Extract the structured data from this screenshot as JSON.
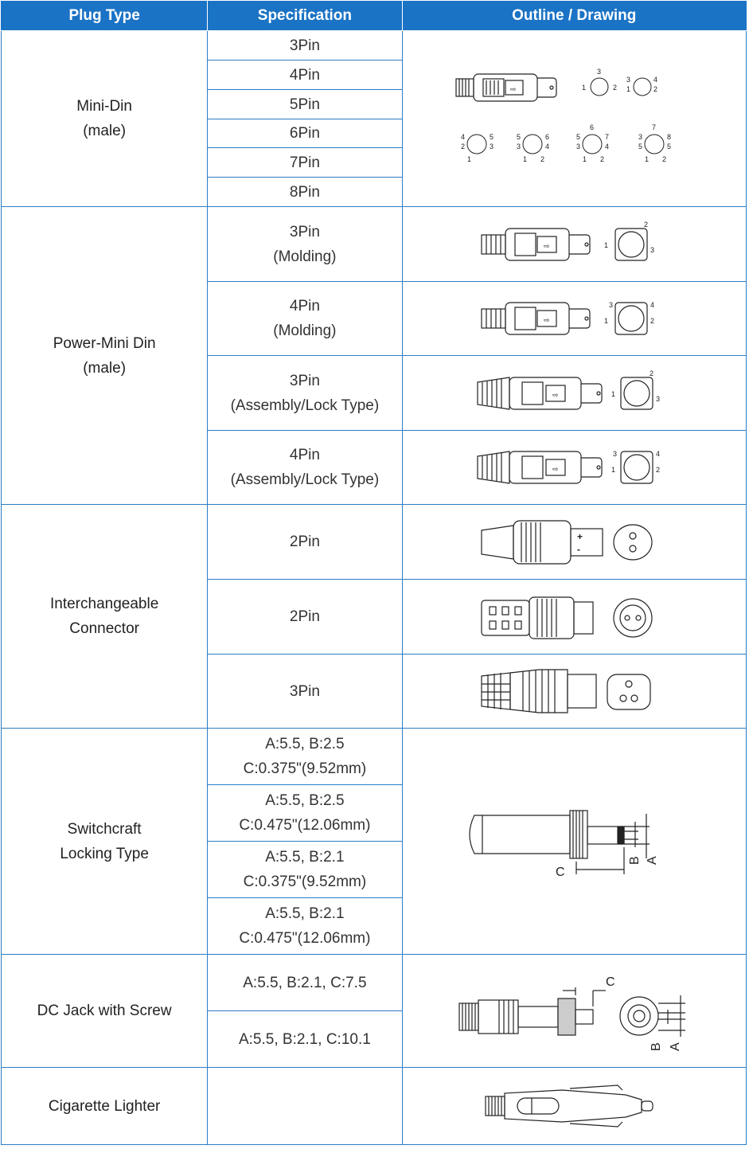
{
  "header": {
    "plug_type": "Plug Type",
    "specification": "Specification",
    "outline": "Outline / Drawing"
  },
  "mini_din": {
    "name_line1": "Mini-Din",
    "name_line2": "(male)",
    "specs": [
      "3Pin",
      "4Pin",
      "5Pin",
      "6Pin",
      "7Pin",
      "8Pin"
    ],
    "pin_labels": {
      "p3": [
        "3",
        "1",
        "2"
      ],
      "p4": [
        "3",
        "4",
        "1",
        "2"
      ],
      "p5": [
        "4",
        "5",
        "2",
        "3",
        "1"
      ],
      "p6": [
        "5",
        "6",
        "3",
        "4",
        "1",
        "2"
      ],
      "p7": [
        "6",
        "5",
        "7",
        "3",
        "4",
        "1",
        "2"
      ],
      "p8": [
        "7",
        "3",
        "8",
        "5",
        "5",
        "1",
        "2"
      ]
    }
  },
  "power_mini_din": {
    "name_line1": "Power-Mini Din",
    "name_line2": "(male)",
    "rows": [
      {
        "line1": "3Pin",
        "line2": "(Molding)",
        "pins": [
          "2",
          "1",
          "3"
        ]
      },
      {
        "line1": "4Pin",
        "line2": "(Molding)",
        "pins": [
          "3",
          "4",
          "1",
          "2"
        ]
      },
      {
        "line1": "3Pin",
        "line2": "(Assembly/Lock Type)",
        "pins": [
          "2",
          "1",
          "3"
        ]
      },
      {
        "line1": "4Pin",
        "line2": "(Assembly/Lock Type)",
        "pins": [
          "3",
          "4",
          "1",
          "2"
        ]
      }
    ]
  },
  "interchangeable": {
    "name_line1": "Interchangeable",
    "name_line2": "Connector",
    "specs": [
      "2Pin",
      "2Pin",
      "3Pin"
    ],
    "polarity": [
      "+",
      "-"
    ]
  },
  "switchcraft": {
    "name_line1": "Switchcraft",
    "name_line2": "Locking Type",
    "rows": [
      {
        "line1": "A:5.5, B:2.5",
        "line2": "C:0.375\"(9.52mm)"
      },
      {
        "line1": "A:5.5, B:2.5",
        "line2": "C:0.475\"(12.06mm)"
      },
      {
        "line1": "A:5.5, B:2.1",
        "line2": "C:0.375\"(9.52mm)"
      },
      {
        "line1": "A:5.5, B:2.1",
        "line2": "C:0.475\"(12.06mm)"
      }
    ],
    "dim_labels": [
      "C",
      "B",
      "A"
    ]
  },
  "dc_jack": {
    "name": "DC Jack with Screw",
    "specs": [
      "A:5.5, B:2.1, C:7.5",
      "A:5.5, B:2.1, C:10.1"
    ],
    "dim_labels": [
      "C",
      "B",
      "A"
    ]
  },
  "cigarette": {
    "name": "Cigarette Lighter"
  }
}
